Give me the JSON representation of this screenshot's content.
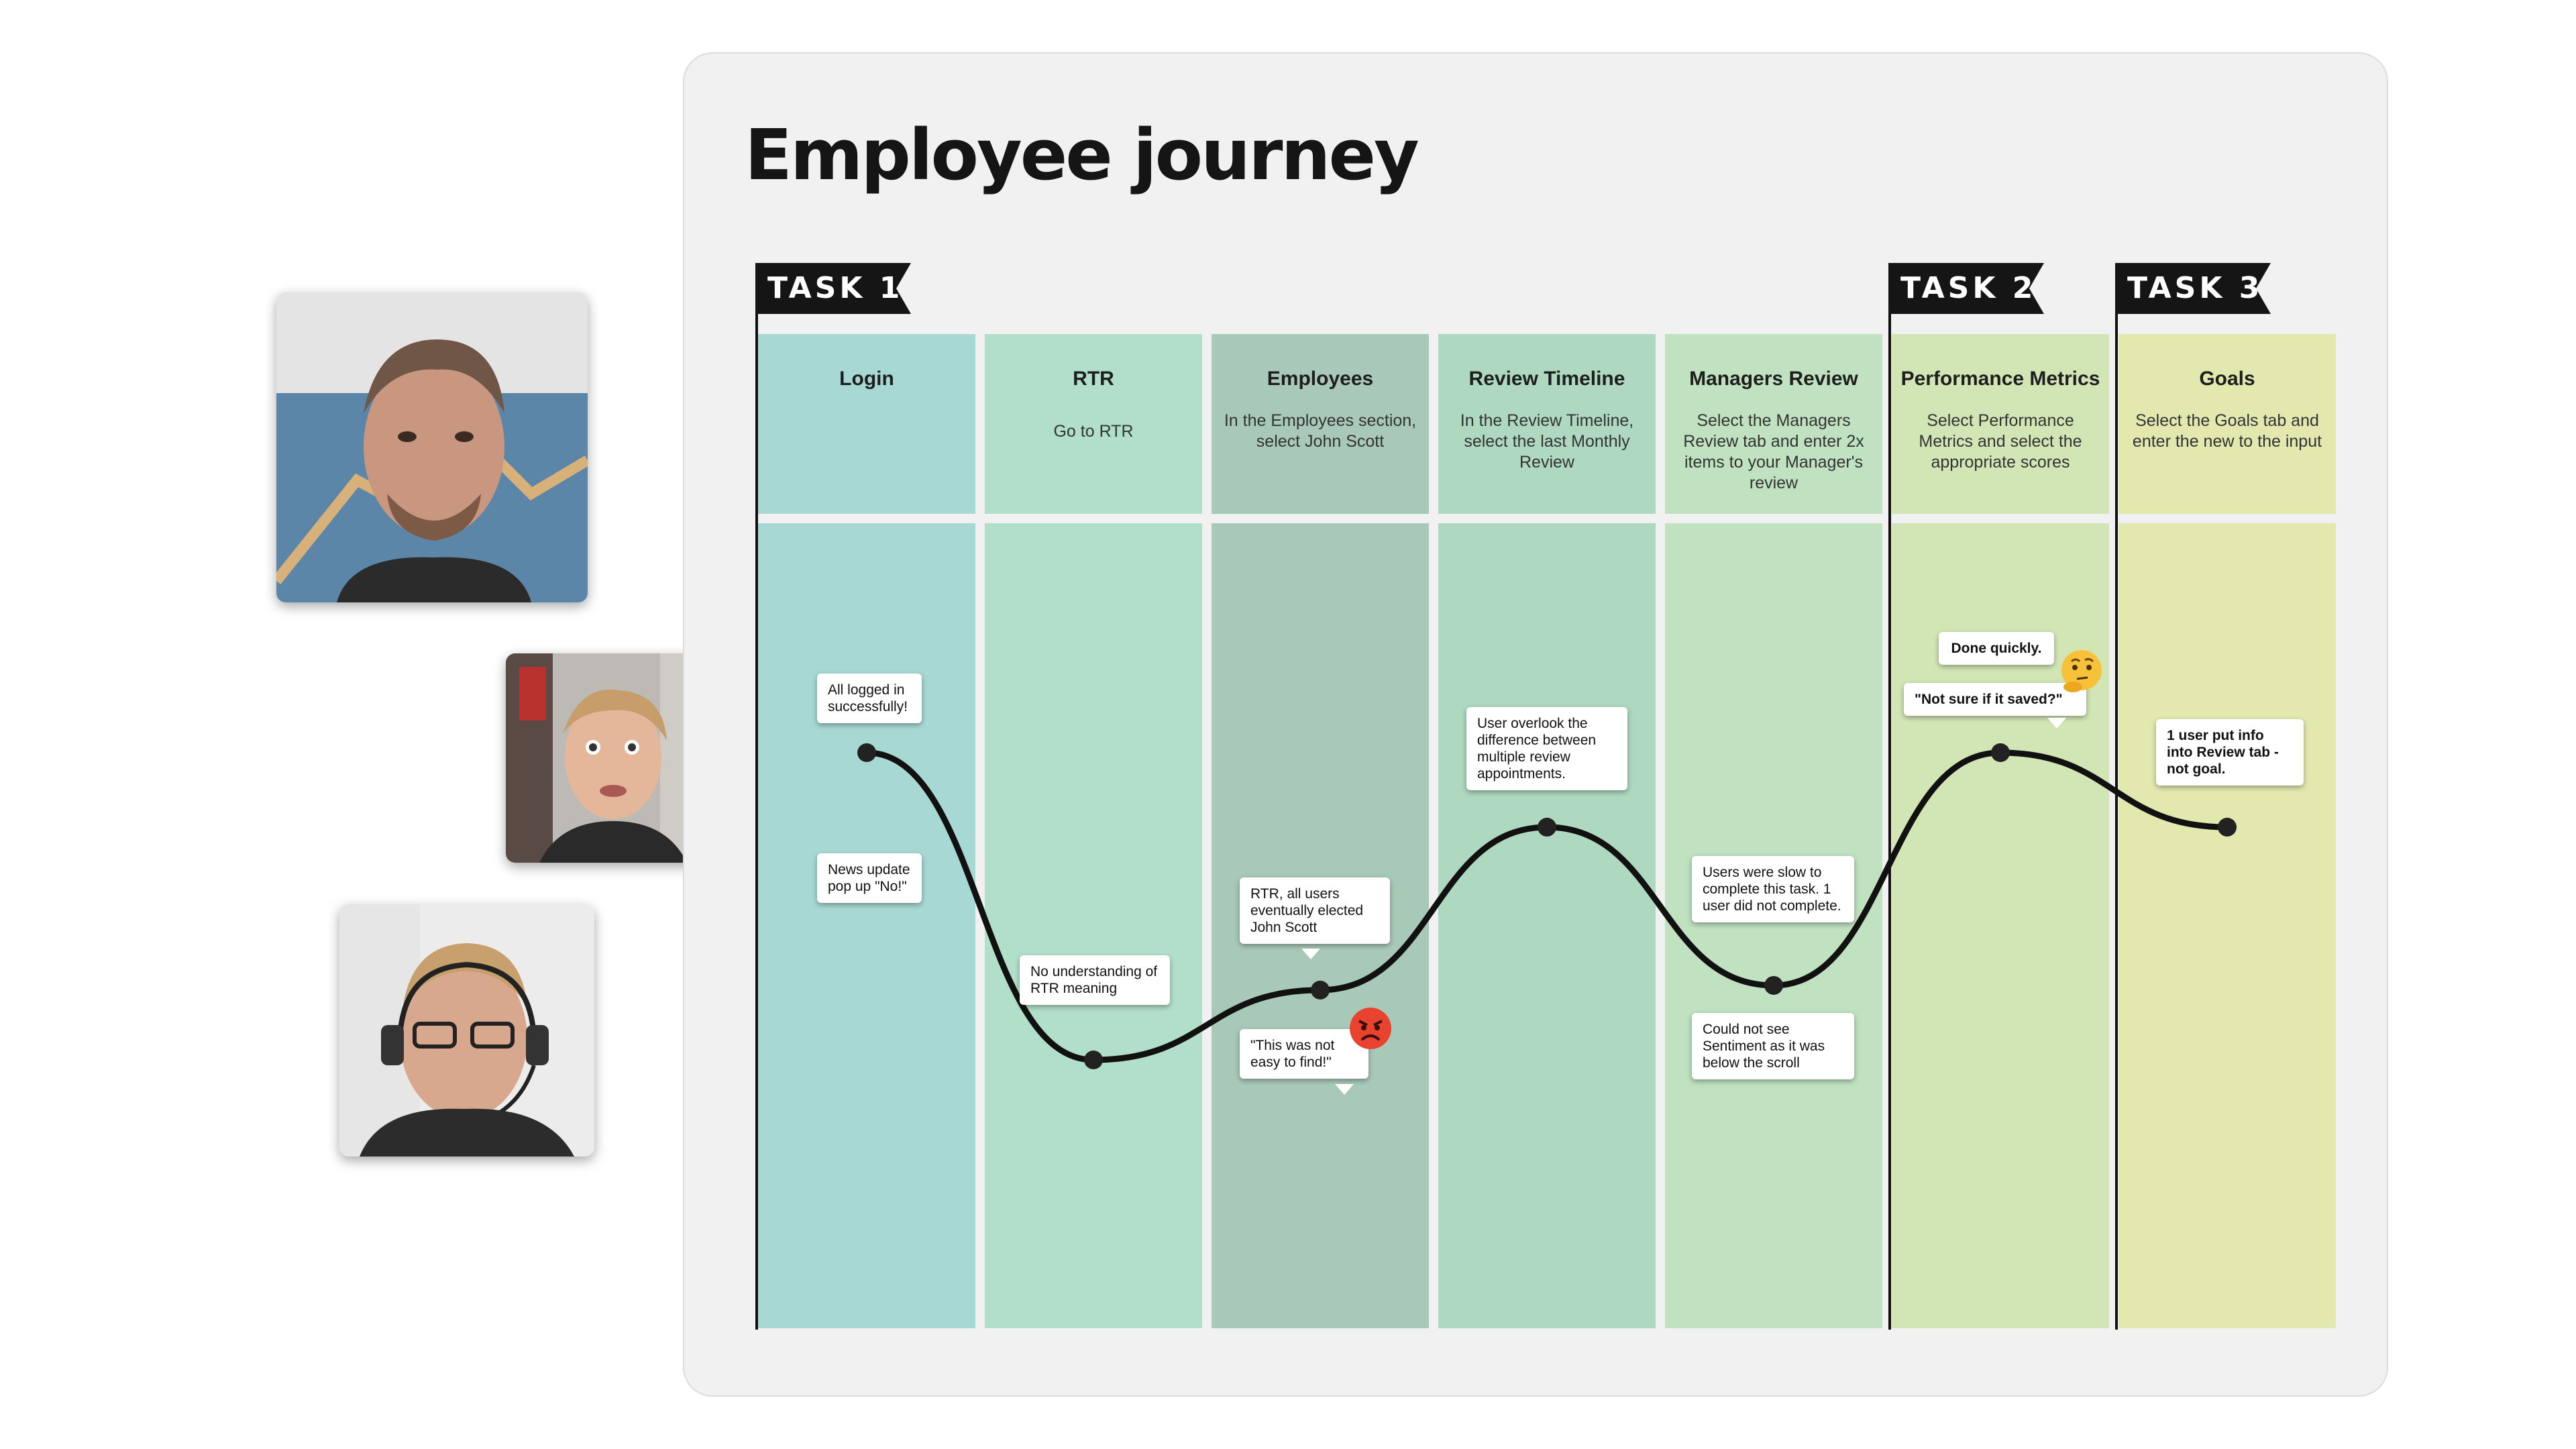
{
  "title": "Employee journey",
  "tasks": [
    {
      "label": "TASK 1"
    },
    {
      "label": "TASK 2"
    },
    {
      "label": "TASK 3"
    }
  ],
  "columns": [
    {
      "title": "Login",
      "desc": "",
      "color": "#a8d8d3"
    },
    {
      "title": "RTR",
      "desc": "Go to RTR",
      "color": "#b2dfca"
    },
    {
      "title": "Employees",
      "desc": "In the Employees section, select John Scott",
      "color": "#a9c9b8"
    },
    {
      "title": "Review Timeline",
      "desc": "In the Review Timeline, select the last Monthly Review",
      "color": "#aed8c0"
    },
    {
      "title": "Managers Review",
      "desc": "Select the Managers Review tab and enter 2x items to your Manager's review",
      "color": "#c0e2c1"
    },
    {
      "title": "Performance Metrics",
      "desc": "Select Performance Metrics and select the appropriate scores",
      "color": "#d2e6b5"
    },
    {
      "title": "Goals",
      "desc": "Select the Goals tab and enter the new to the input",
      "color": "#e3e9ae"
    }
  ],
  "journey_points": [
    {
      "column": "Login",
      "level": 0.78
    },
    {
      "column": "RTR",
      "level": 0.12
    },
    {
      "column": "Employees",
      "level": 0.27
    },
    {
      "column": "Review Timeline",
      "level": 0.62
    },
    {
      "column": "Managers Review",
      "level": 0.28
    },
    {
      "column": "Performance Metrics",
      "level": 0.78
    },
    {
      "column": "Goals",
      "level": 0.62
    }
  ],
  "notes": {
    "login_success": "All logged in successfully!",
    "login_popup": "News update pop up \"No!\"",
    "rtr_meaning": "No understanding of RTR  meaning",
    "emp_elected": "RTR, all users eventually elected John Scott",
    "emp_find": "\"This was not easy to find!\"",
    "timeline_overlook": "User overlook the difference between multiple review appointments.",
    "managers_slow": "Users were slow to complete this task. 1 user did not complete.",
    "managers_scroll": "Could not see Sentiment as it was below the scroll",
    "perf_quick": "Done quickly.",
    "perf_saved": "\"Not sure if it saved?\"",
    "goals_info": "1 user put info into Review tab - not goal."
  },
  "emojis": {
    "angry": "angry-face-icon",
    "thinking": "thinking-face-icon"
  },
  "participants": [
    {
      "name": "participant-1"
    },
    {
      "name": "participant-2"
    },
    {
      "name": "participant-3"
    }
  ]
}
